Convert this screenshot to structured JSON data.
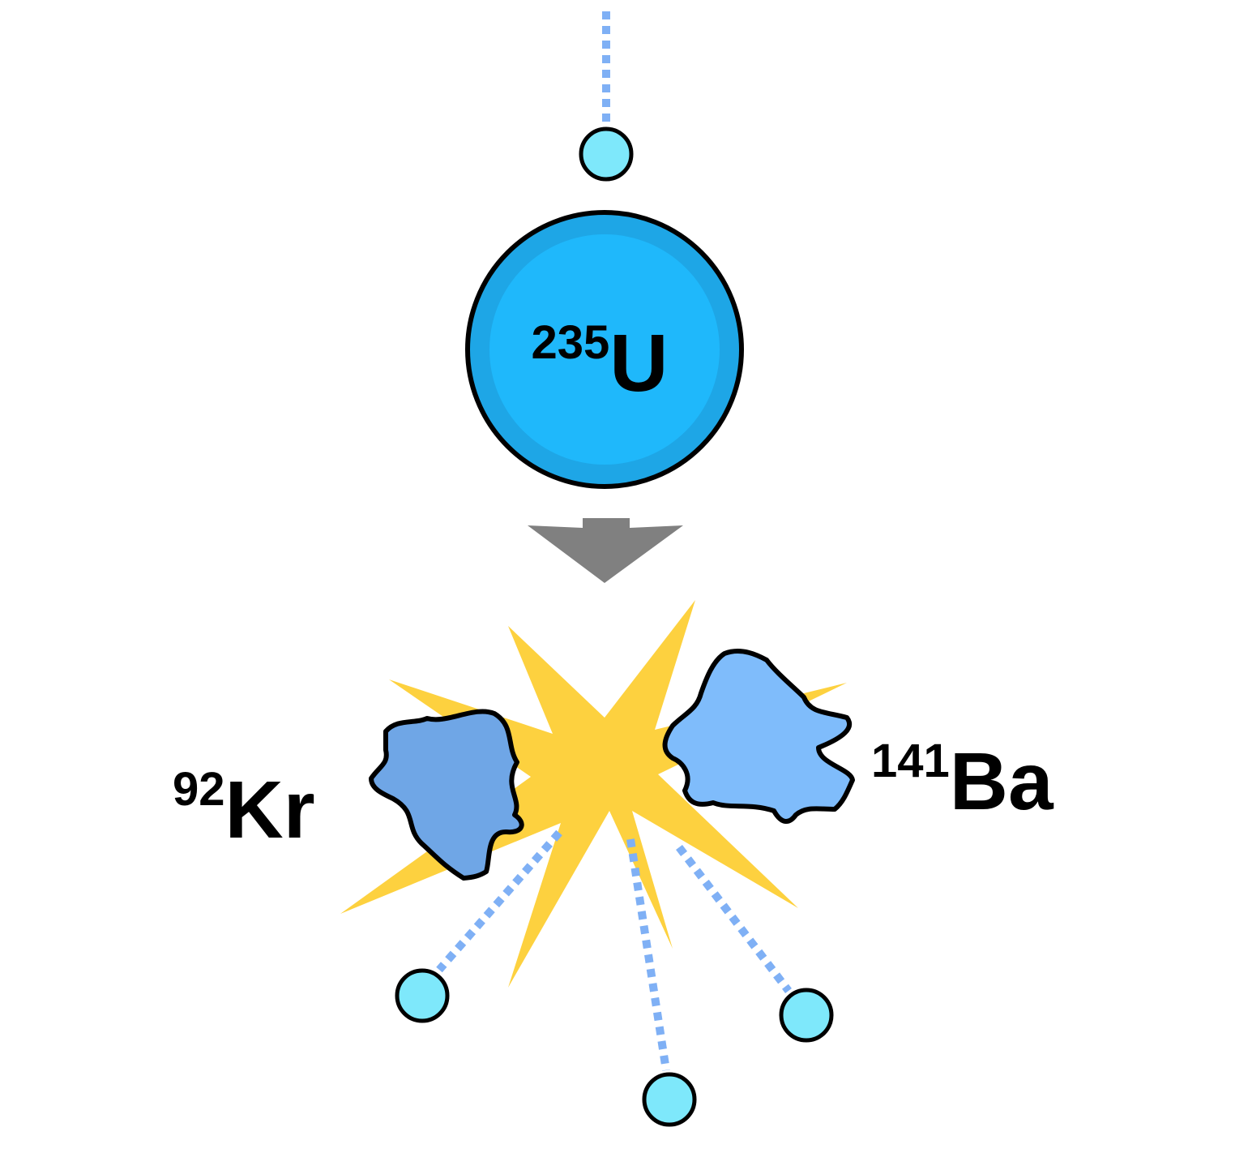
{
  "nuclei": {
    "uranium": {
      "mass_number": "235",
      "symbol": "U"
    },
    "krypton": {
      "mass_number": "92",
      "symbol": "Kr"
    },
    "barium": {
      "mass_number": "141",
      "symbol": "Ba"
    }
  },
  "colors": {
    "neutron_fill": "#7ee8fb",
    "neutron_trail": "#7fb0f5",
    "uranium_fill": "#1fb8fb",
    "uranium_ring": "#1ea6e6",
    "krypton_fill": "#6fa6e6",
    "barium_fill": "#7fbcfb",
    "explosion": "#fdd13f",
    "arrow": "#808080",
    "outline": "#000000"
  }
}
